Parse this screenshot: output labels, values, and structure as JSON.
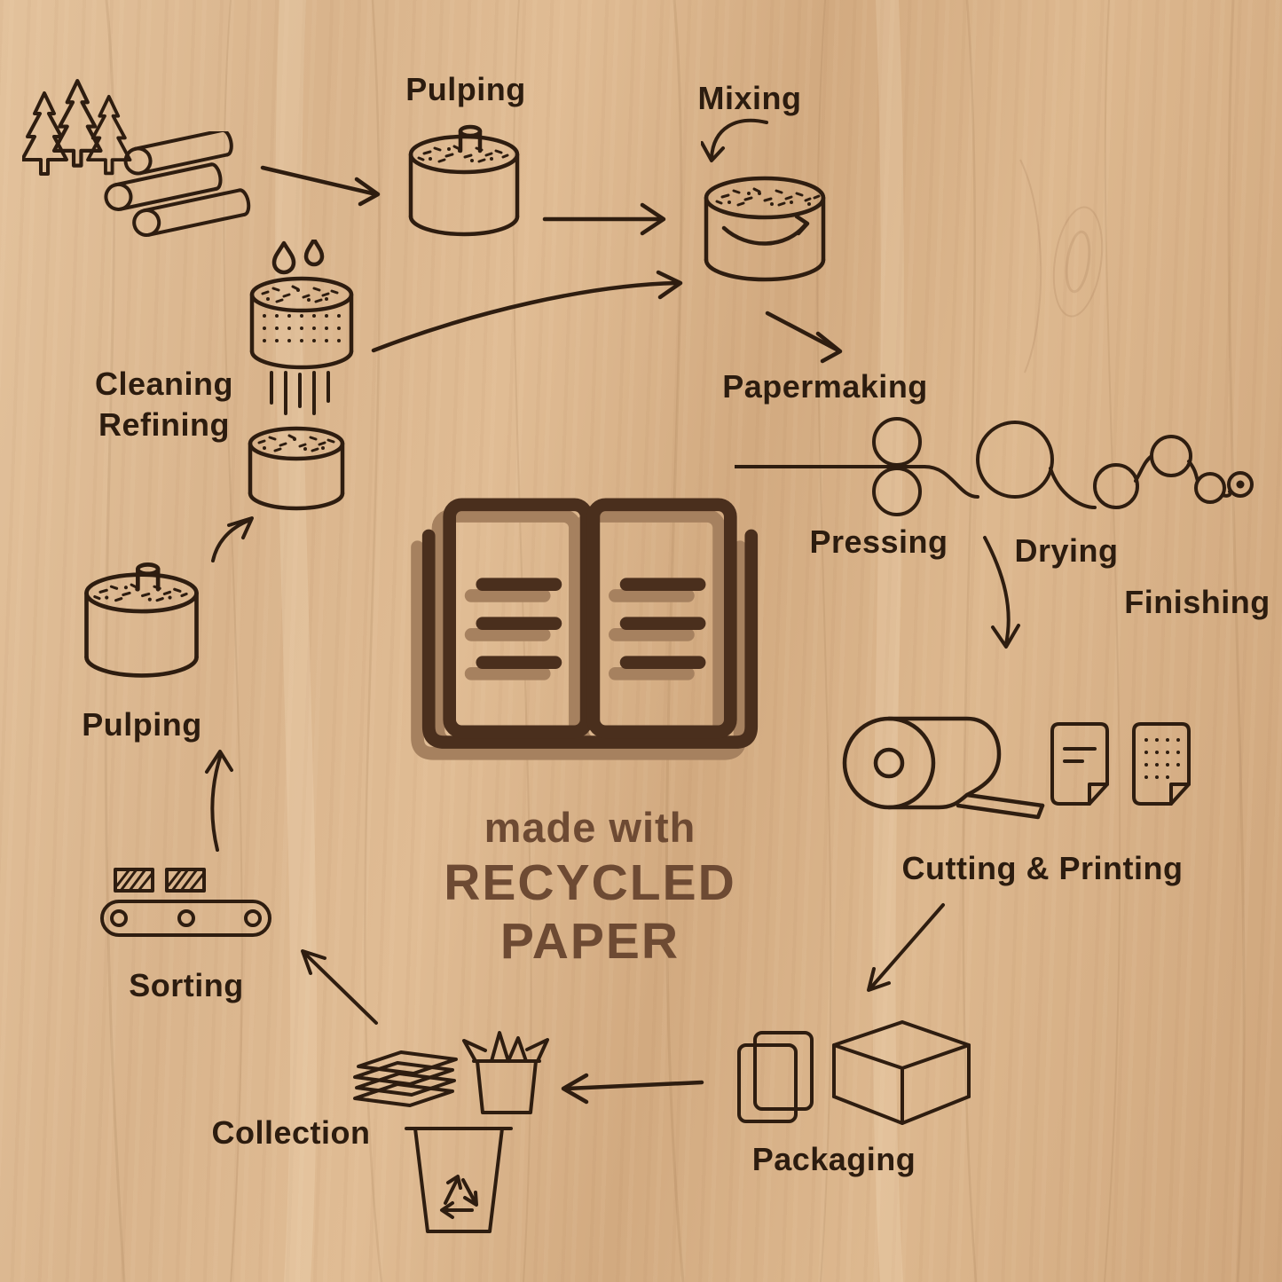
{
  "title": {
    "made_with": "made with",
    "recycled_paper": "RECYCLED PAPER"
  },
  "colors": {
    "ink": "#2e1d10",
    "book": "#4a2f1d",
    "book_shadow": "#a6815f",
    "accent_text": "#6d4a33",
    "background_wood": "#d8b28b"
  },
  "labels": {
    "pulping_top": "Pulping",
    "mixing": "Mixing",
    "cleaning": "Cleaning",
    "refining": "Refining",
    "papermaking": "Papermaking",
    "pressing": "Pressing",
    "drying": "Drying",
    "finishing": "Finishing",
    "cutting_printing": "Cutting & Printing",
    "packaging": "Packaging",
    "collection": "Collection",
    "sorting": "Sorting",
    "pulping_left": "Pulping"
  }
}
